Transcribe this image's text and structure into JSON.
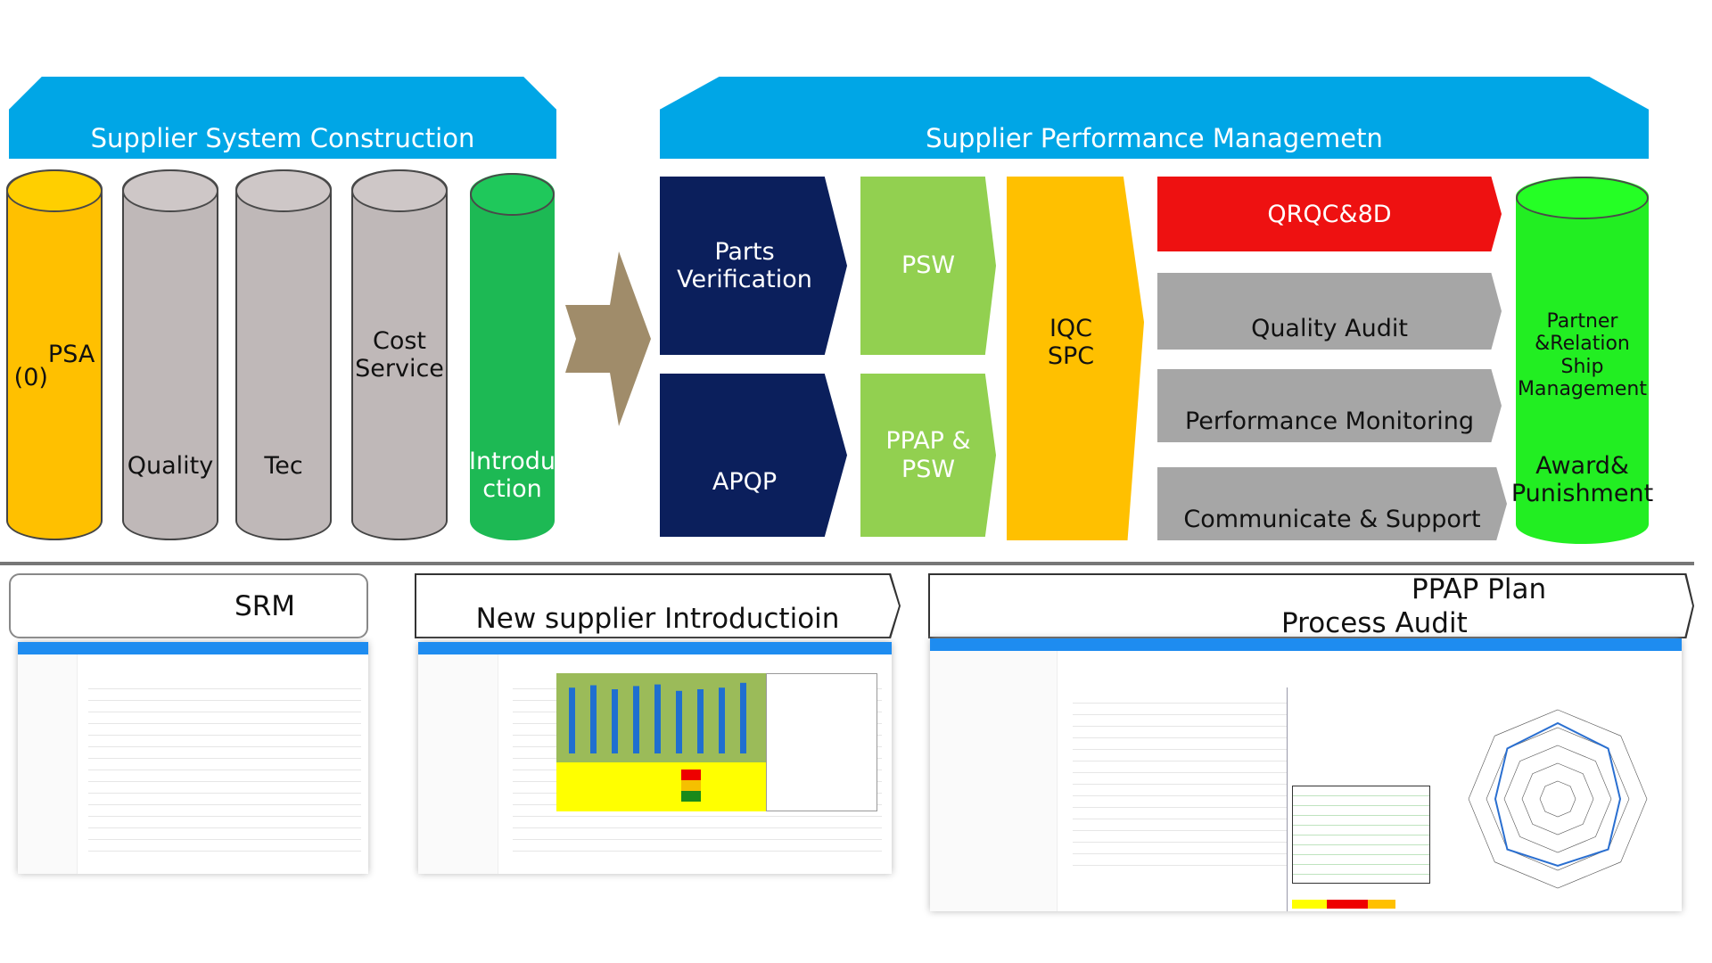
{
  "top_left": {
    "title": "Supplier  System Construction",
    "pillars": [
      {
        "label": "PSA",
        "top_label": "(0)",
        "color": "#ffc000"
      },
      {
        "label": "Quality",
        "color": "#bfb8b8"
      },
      {
        "label": "Tec",
        "color": "#bfb8b8"
      },
      {
        "label": "Cost Service",
        "color": "#bfb8b8"
      },
      {
        "label": "Introdu ction",
        "color": "#1db954"
      }
    ]
  },
  "top_right": {
    "title": "Supplier Performance Managemetn",
    "parts_verification": "Parts Verification",
    "apqp": "APQP",
    "psw": "PSW",
    "ppap_psw": "PPAP & PSW",
    "iqc_spc": "IQC SPC",
    "bars": [
      "QRQC&8D",
      "Quality Audit",
      "Performance Monitoring",
      "Communicate & Support"
    ],
    "partner": "Partner &Relation Ship Management",
    "award": "Award& Punishment"
  },
  "bottom": {
    "srm": "SRM",
    "new_supplier": "New supplier Introductioin",
    "ppap_plan": "PPAP Plan",
    "process_audit": "Process  Audit"
  },
  "colors": {
    "banner": "#00a6e6",
    "navy": "#0b1f5c",
    "light_green": "#92d050",
    "yellow": "#ffc000",
    "red": "#ee1111",
    "gray": "#a6a6a6",
    "bright_green": "#22ee22",
    "arrow": "#a08c6a"
  }
}
